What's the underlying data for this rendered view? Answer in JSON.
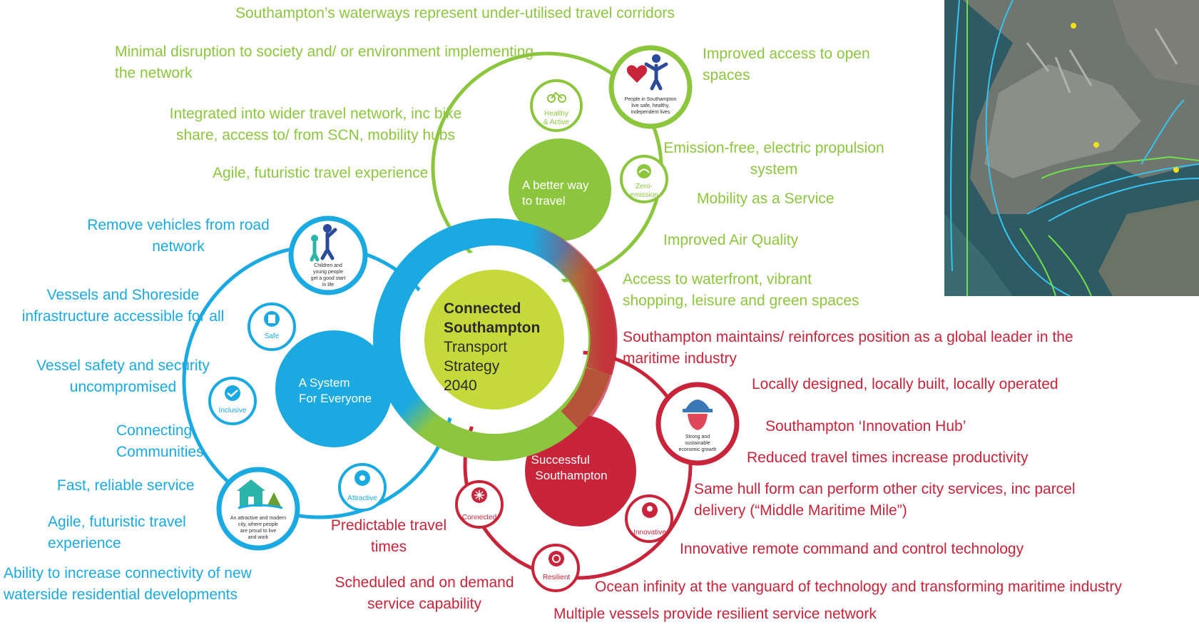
{
  "center": {
    "title_bold": [
      "Connected",
      "Southampton"
    ],
    "title_rest": [
      "Transport",
      "Strategy",
      "2040"
    ]
  },
  "themes": {
    "better_way": [
      "A better way",
      "to travel"
    ],
    "system": [
      "A System",
      "For Everyone"
    ],
    "successful": [
      "Successful",
      "Southampton"
    ]
  },
  "nodes": {
    "healthy": [
      "Healthy",
      "& Active"
    ],
    "zero": [
      "Zero-",
      "emission"
    ],
    "people": [
      "People in Southampton",
      "live safe, healthy,",
      "independent lives"
    ],
    "children": [
      "Children and",
      "young people",
      "get a good start",
      "in life"
    ],
    "safe": "Safe",
    "inclusive": "Inclusive",
    "attractive": "Attractive",
    "city": [
      "An attractive and modern",
      "city, where people",
      "are proud to live",
      "and work"
    ],
    "connected": "Connected",
    "resilient": "Resilient",
    "innovative": "Innovative",
    "strong": [
      "Strong and",
      "sustainable",
      "economic growth"
    ]
  },
  "labels": {
    "green": [
      "Southampton’s waterways represent under-utilised travel corridors",
      "Minimal disruption to society and/ or environment implementing\nthe network",
      "Improved access to open\nspaces",
      "Integrated into wider travel network, inc bike\nshare, access to/ from SCN, mobility hubs",
      "Emission-free, electric propulsion\nsystem",
      "Agile, futuristic travel experience",
      "Mobility as a Service",
      "Improved Air Quality",
      "Access to waterfront, vibrant\nshopping, leisure and green spaces"
    ],
    "blue": [
      "Remove vehicles from road\nnetwork",
      "Vessels and Shoreside\ninfrastructure accessible for all",
      "Vessel safety and security\nuncompromised",
      "Connecting\nCommunities",
      "Fast, reliable service",
      "Agile, futuristic travel\nexperience",
      "Ability to increase connectivity of new\nwaterside residential developments"
    ],
    "red": [
      "Southampton maintains/ reinforces position as a global leader in the\nmaritime industry",
      "Locally designed, locally built, locally operated",
      "Southampton ‘Innovation Hub’",
      "Reduced travel times increase productivity",
      "Same hull form can perform other city services, inc parcel\ndelivery (“Middle Maritime Mile”)",
      "Predictable travel\ntimes",
      "Innovative remote command and control technology",
      "Scheduled and on demand\nservice capability",
      "Ocean infinity at the vanguard of technology and transforming maritime industry",
      "Multiple vessels provide resilient service network"
    ]
  },
  "colors": {
    "green": "#8cc63f",
    "blue": "#1ba9e1",
    "red": "#c8243a",
    "lime": "#c5d93a",
    "text": "#2b2b2b"
  },
  "icons": [
    "bike-icon",
    "cloud-icon",
    "family-heart-icon",
    "children-icon",
    "clipboard-icon",
    "handshake-icon",
    "gear-icon",
    "house-icon",
    "snowflake-icon",
    "recycle-icon",
    "lightbulb-icon",
    "hardhat-icon"
  ]
}
